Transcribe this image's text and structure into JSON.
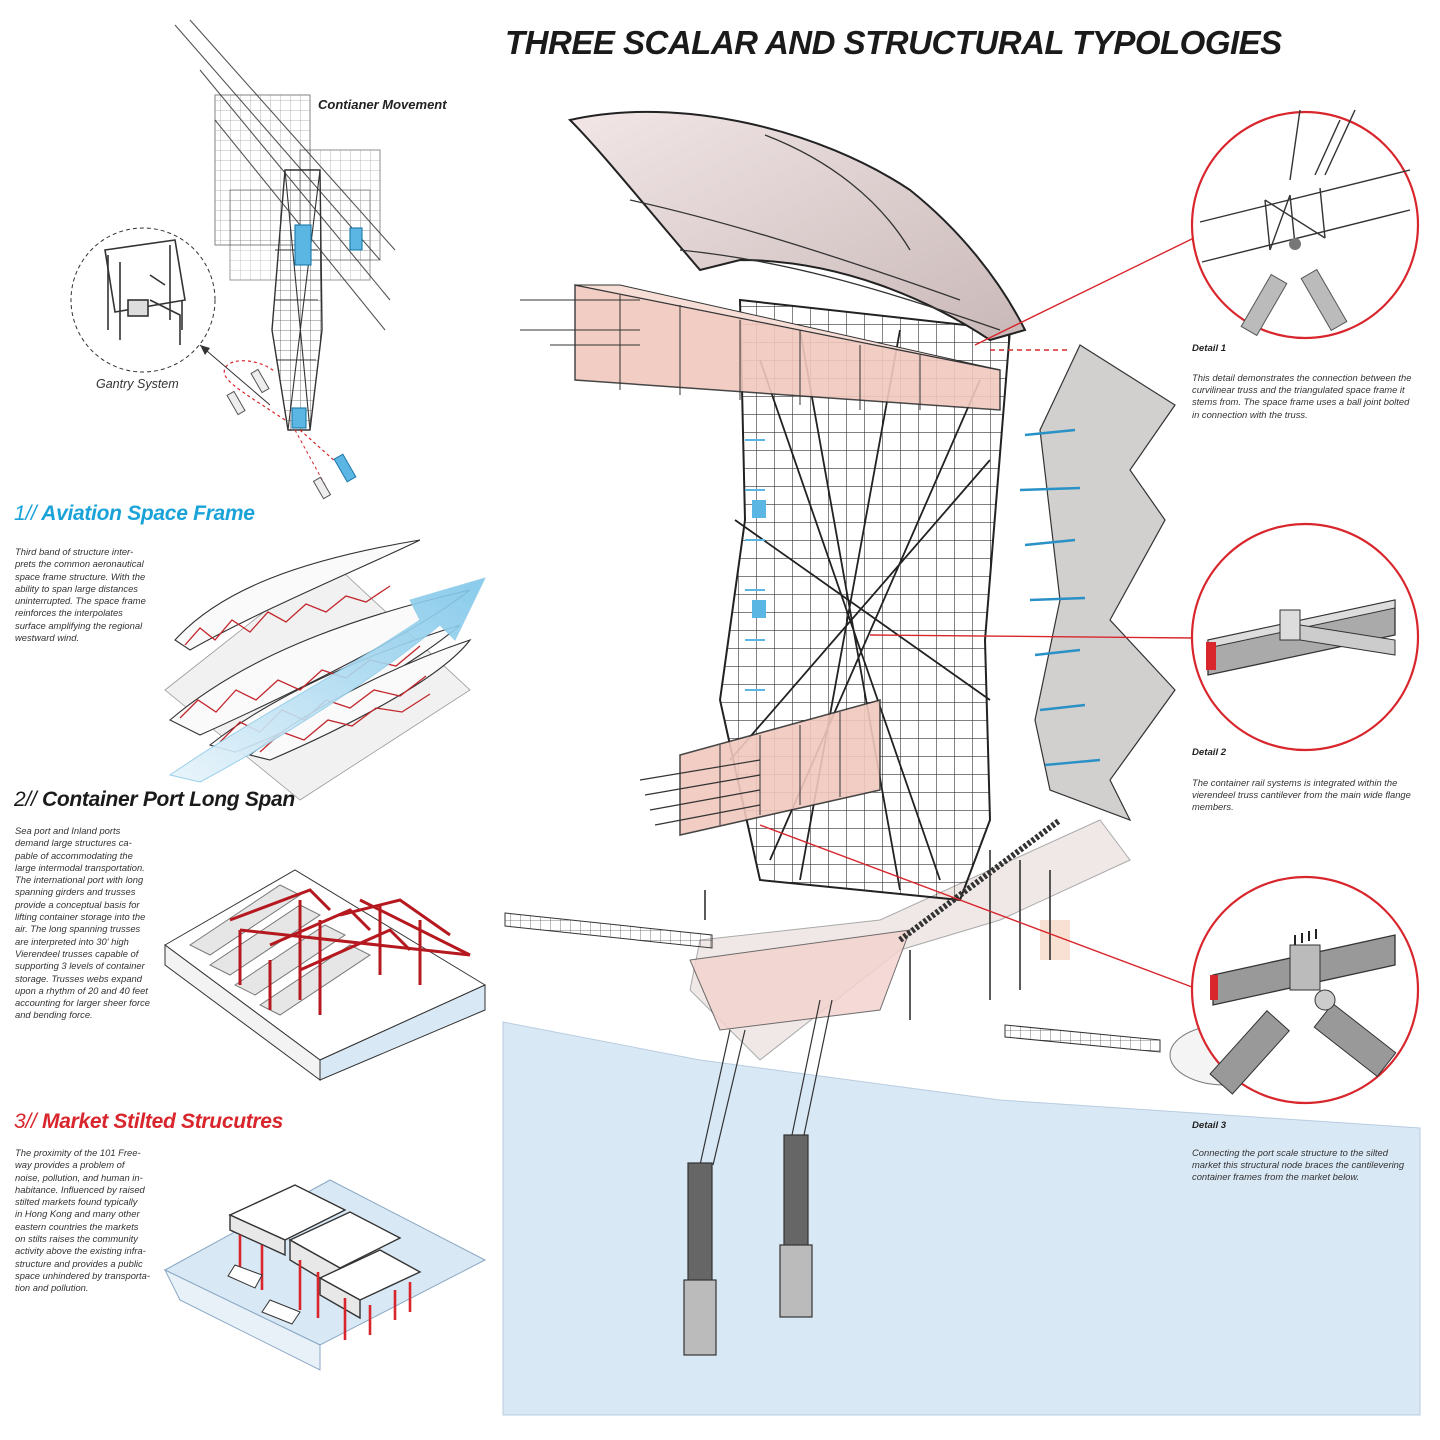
{
  "title": "THREE SCALAR AND STRUCTURAL TYPOLOGIES",
  "labels": {
    "container_movement": "Contianer Movement",
    "gantry_system": "Gantry System"
  },
  "sections": [
    {
      "number": "1//",
      "title": "Aviation Space Frame",
      "color": "#1aa3d9",
      "body": "Third band of structure inter-\nprets the common aeronautical\nspace frame structure. With the\nability to span large distances\nuninterrupted. The space frame\nreinforces the interpolates\nsurface amplifying the regional\nwestward wind."
    },
    {
      "number": "2//",
      "title": "Container Port Long Span",
      "color": "#1a1a1a",
      "body": "Sea port and Inland ports\ndemand large structures ca-\npable of accommodating the\nlarge intermodal transportation.\nThe international port with long\nspanning girders and trusses\nprovide a conceptual basis for\nlifting container storage into the\nair. The long spanning trusses\nare interpreted into 30' high\nVierendeel trusses capable of\nsupporting 3 levels of container\nstorage. Trusses webs expand\nupon a rhythm of 20 and 40 feet\naccounting for larger sheer force\nand bending force."
    },
    {
      "number": "3//",
      "title": "Market Stilted Strucutres",
      "color": "#d8262c",
      "body": "The proximity of the 101 Free-\nway provides a problem of\nnoise, pollution, and human in-\nhabitance. Influenced by raised\nstilted markets found typically\nin Hong Kong and many other\neastern countries the markets\non stilts raises the community\nactivity above the existing infra-\nstructure and provides a public\nspace unhindered by transporta-\ntion and pollution."
    }
  ],
  "details": [
    {
      "title": "Detail 1",
      "text": "This detail demonstrates the connection between the curvilinear truss and the triangulated space frame it stems from. The space frame uses a ball joint bolted in connection with the truss."
    },
    {
      "title": "Detail 2",
      "text": "The container rail systems is integrated within the vierendeel truss cantilever from the main wide flange members."
    },
    {
      "title": "Detail 3",
      "text": " Connecting the port scale structure to the silted market this structural node braces the cantilevering container frames from the market below."
    }
  ],
  "colors": {
    "accent_red": "#d8262c",
    "accent_blue": "#1aa3d9",
    "water": "#d9e8f5"
  }
}
